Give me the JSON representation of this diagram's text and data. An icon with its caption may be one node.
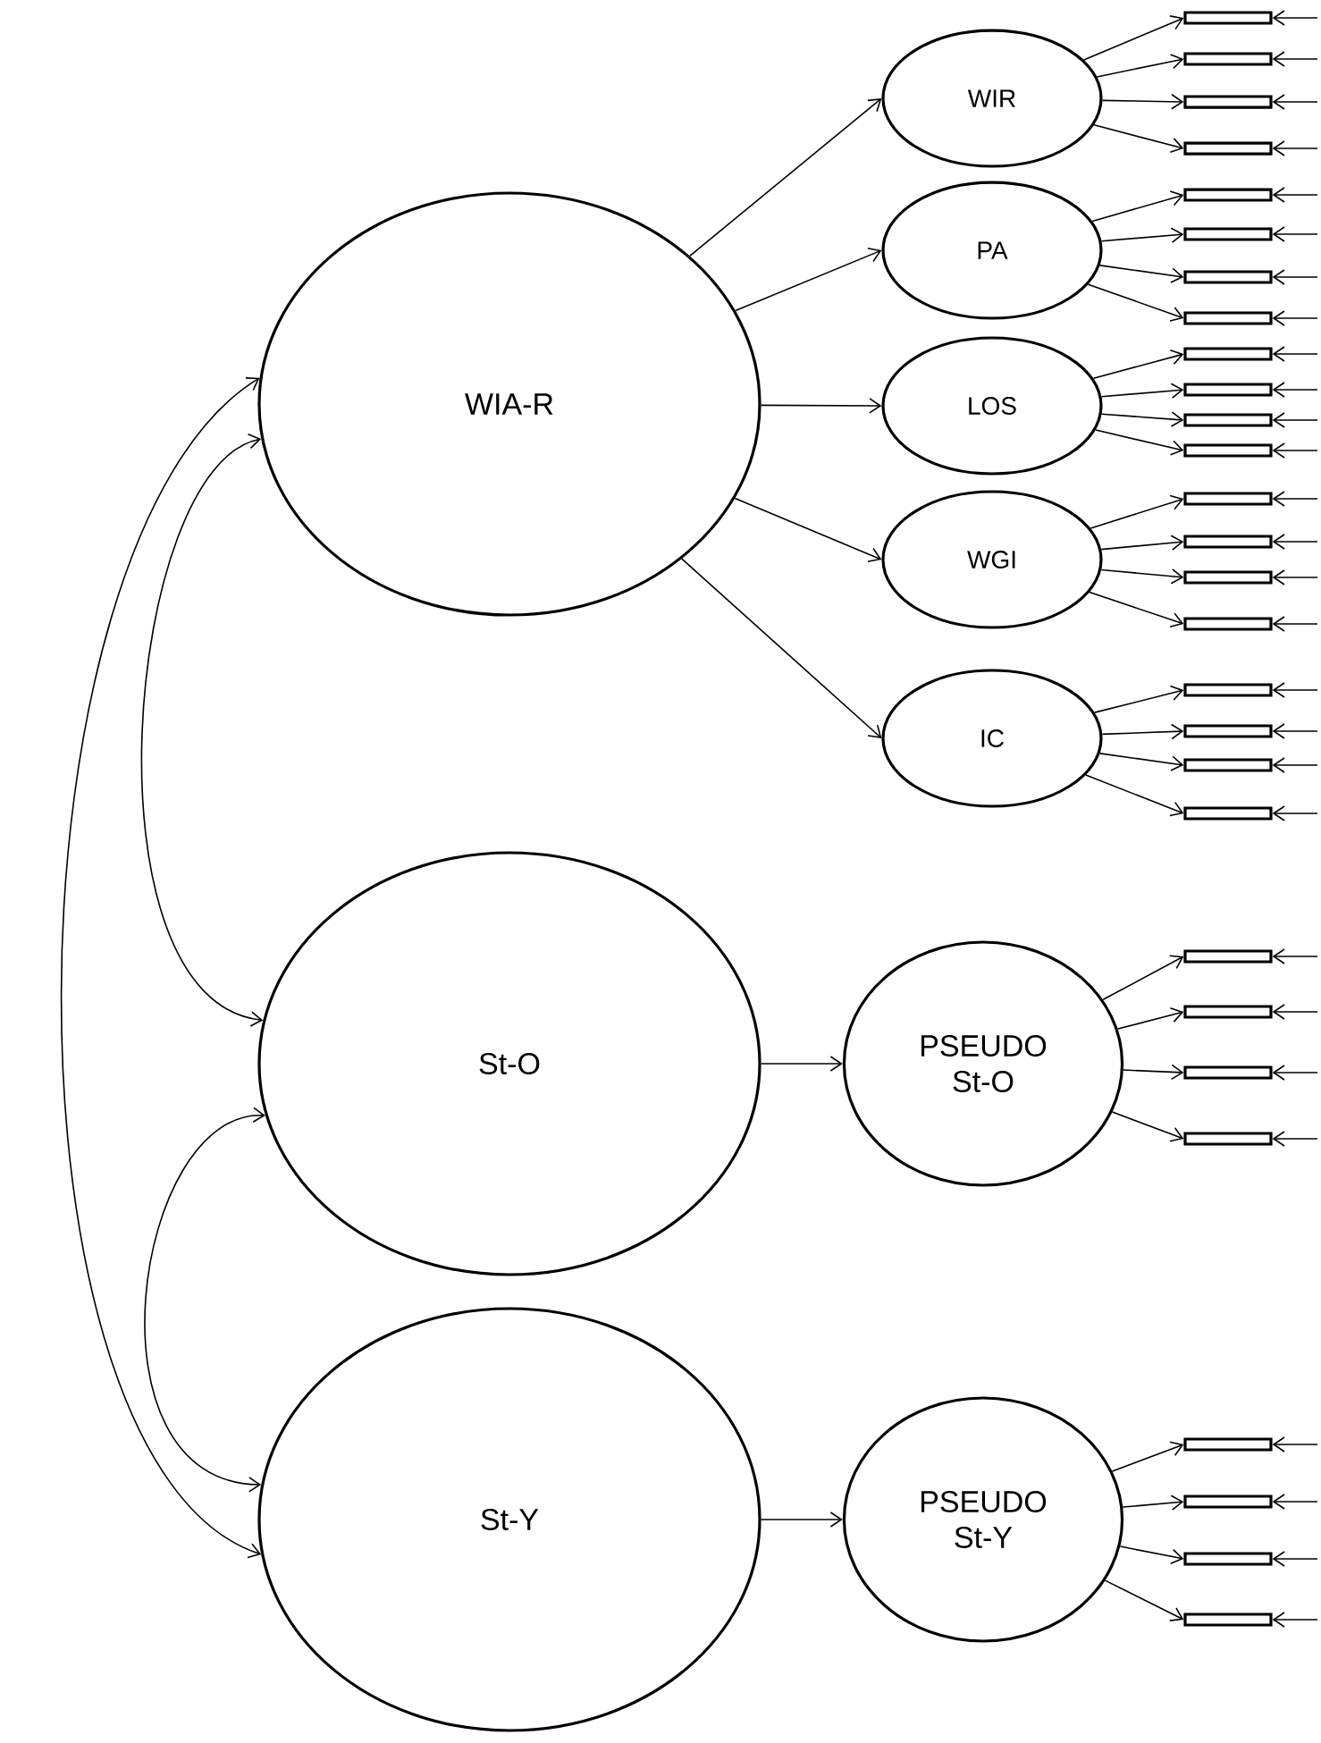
{
  "diagram": {
    "nodes": [
      {
        "text": [
          "WIA-R"
        ]
      },
      {
        "text": [
          "St-O"
        ]
      },
      {
        "text": [
          "St-Y"
        ]
      },
      {
        "text": [
          "WIR"
        ]
      },
      {
        "text": [
          "PA"
        ]
      },
      {
        "text": [
          "LOS"
        ]
      },
      {
        "text": [
          "WGI"
        ]
      },
      {
        "text": [
          "IC"
        ]
      },
      {
        "text": [
          "PSEUDO St-O"
        ]
      },
      {
        "text": [
          "PSEUDO St-Y"
        ]
      },
      {
        "text": [],
        "shape": "bar"
      },
      {
        "text": [],
        "shape": "bar"
      },
      {
        "text": [],
        "shape": "bar"
      },
      {
        "text": [],
        "shape": "bar"
      },
      {
        "text": [],
        "shape": "bar"
      },
      {
        "text": [],
        "shape": "bar"
      },
      {
        "text": [],
        "shape": "bar"
      },
      {
        "text": [],
        "shape": "bar"
      },
      {
        "text": [],
        "shape": "bar"
      },
      {
        "text": [],
        "shape": "bar"
      },
      {
        "text": [],
        "shape": "bar"
      },
      {
        "text": [],
        "shape": "bar"
      },
      {
        "text": [],
        "shape": "bar"
      },
      {
        "text": [],
        "shape": "bar"
      },
      {
        "text": [],
        "shape": "bar"
      },
      {
        "text": [],
        "shape": "bar"
      },
      {
        "text": [],
        "shape": "bar"
      },
      {
        "text": [],
        "shape": "bar"
      },
      {
        "text": [],
        "shape": "bar"
      },
      {
        "text": [],
        "shape": "bar"
      },
      {
        "text": [],
        "shape": "bar"
      },
      {
        "text": [],
        "shape": "bar"
      },
      {
        "text": [],
        "shape": "bar"
      },
      {
        "text": [],
        "shape": "bar"
      },
      {
        "text": [],
        "shape": "bar"
      },
      {
        "text": [],
        "shape": "bar"
      },
      {
        "text": [],
        "shape": "bar"
      },
      {
        "text": [],
        "shape": "bar"
      }
    ],
    "edges": [
      {
        "from": 0,
        "to": 1,
        "arrow": "both"
      },
      {
        "from": 0,
        "to": 2,
        "arrow": "both"
      },
      {
        "from": 1,
        "to": 2,
        "arrow": "both"
      },
      {
        "from": 0,
        "to": 3,
        "arrow": "to"
      },
      {
        "from": 0,
        "to": 4,
        "arrow": "to"
      },
      {
        "from": 0,
        "to": 5,
        "arrow": "to"
      },
      {
        "from": 0,
        "to": 6,
        "arrow": "to"
      },
      {
        "from": 0,
        "to": 7,
        "arrow": "to"
      },
      {
        "from": 1,
        "to": 8,
        "arrow": "to"
      },
      {
        "from": 2,
        "to": 9,
        "arrow": "to"
      },
      {
        "from": 3,
        "to": 10,
        "arrow": "to"
      },
      {
        "from": 3,
        "to": 11,
        "arrow": "to"
      },
      {
        "from": 3,
        "to": 12,
        "arrow": "to"
      },
      {
        "from": 3,
        "to": 13,
        "arrow": "to"
      },
      {
        "from": 4,
        "to": 14,
        "arrow": "to"
      },
      {
        "from": 4,
        "to": 15,
        "arrow": "to"
      },
      {
        "from": 4,
        "to": 16,
        "arrow": "to"
      },
      {
        "from": 4,
        "to": 17,
        "arrow": "to"
      },
      {
        "from": 5,
        "to": 18,
        "arrow": "to"
      },
      {
        "from": 5,
        "to": 19,
        "arrow": "to"
      },
      {
        "from": 5,
        "to": 20,
        "arrow": "to"
      },
      {
        "from": 5,
        "to": 21,
        "arrow": "to"
      },
      {
        "from": 6,
        "to": 22,
        "arrow": "to"
      },
      {
        "from": 6,
        "to": 23,
        "arrow": "to"
      },
      {
        "from": 6,
        "to": 24,
        "arrow": "to"
      },
      {
        "from": 6,
        "to": 25,
        "arrow": "to"
      },
      {
        "from": 7,
        "to": 26,
        "arrow": "to"
      },
      {
        "from": 7,
        "to": 27,
        "arrow": "to"
      },
      {
        "from": 7,
        "to": 28,
        "arrow": "to"
      },
      {
        "from": 7,
        "to": 29,
        "arrow": "to"
      },
      {
        "from": 8,
        "to": 30,
        "arrow": "to"
      },
      {
        "from": 8,
        "to": 31,
        "arrow": "to"
      },
      {
        "from": 8,
        "to": 32,
        "arrow": "to"
      },
      {
        "from": 8,
        "to": 33,
        "arrow": "to"
      },
      {
        "from": 9,
        "to": 34,
        "arrow": "to"
      },
      {
        "from": 9,
        "to": 35,
        "arrow": "to"
      },
      {
        "from": 9,
        "to": 36,
        "arrow": "to"
      },
      {
        "from": 9,
        "to": 37,
        "arrow": "to"
      },
      {
        "from": null,
        "to": 10,
        "arrow": "to"
      },
      {
        "from": null,
        "to": 11,
        "arrow": "to"
      },
      {
        "from": null,
        "to": 12,
        "arrow": "to"
      },
      {
        "from": null,
        "to": 13,
        "arrow": "to"
      },
      {
        "from": null,
        "to": 14,
        "arrow": "to"
      },
      {
        "from": null,
        "to": 15,
        "arrow": "to"
      },
      {
        "from": null,
        "to": 16,
        "arrow": "to"
      },
      {
        "from": null,
        "to": 17,
        "arrow": "to"
      },
      {
        "from": null,
        "to": 18,
        "arrow": "to"
      },
      {
        "from": null,
        "to": 19,
        "arrow": "to"
      },
      {
        "from": null,
        "to": 20,
        "arrow": "to"
      },
      {
        "from": null,
        "to": 21,
        "arrow": "to"
      },
      {
        "from": null,
        "to": 22,
        "arrow": "to"
      },
      {
        "from": null,
        "to": 23,
        "arrow": "to"
      },
      {
        "from": null,
        "to": 24,
        "arrow": "to"
      },
      {
        "from": null,
        "to": 25,
        "arrow": "to"
      },
      {
        "from": null,
        "to": 26,
        "arrow": "to"
      },
      {
        "from": null,
        "to": 27,
        "arrow": "to"
      },
      {
        "from": null,
        "to": 28,
        "arrow": "to"
      },
      {
        "from": null,
        "to": 29,
        "arrow": "to"
      },
      {
        "from": null,
        "to": 30,
        "arrow": "to"
      },
      {
        "from": null,
        "to": 31,
        "arrow": "to"
      },
      {
        "from": null,
        "to": 32,
        "arrow": "to"
      },
      {
        "from": null,
        "to": 33,
        "arrow": "to"
      },
      {
        "from": null,
        "to": 34,
        "arrow": "to"
      },
      {
        "from": null,
        "to": 35,
        "arrow": "to"
      },
      {
        "from": null,
        "to": 36,
        "arrow": "to"
      },
      {
        "from": null,
        "to": 37,
        "arrow": "to"
      }
    ]
  }
}
